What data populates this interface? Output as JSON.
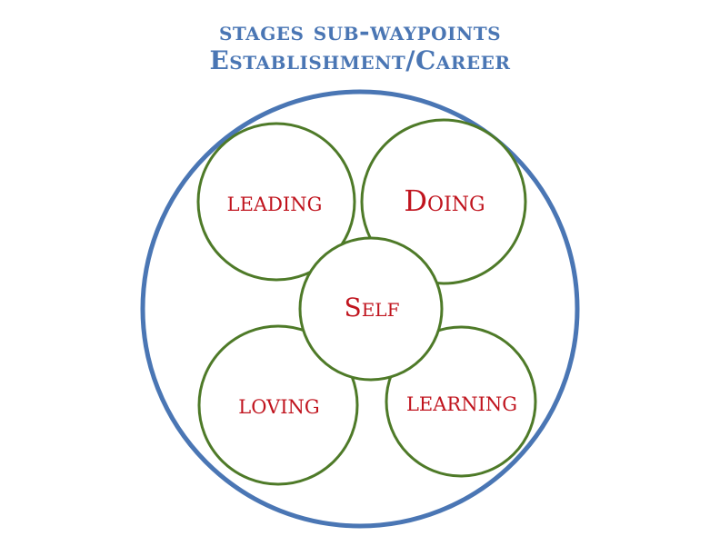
{
  "title": {
    "line1": "stages sub-waypoints",
    "line2": "Establishment/Career"
  },
  "nodes": {
    "leading": "leading",
    "doing": "Doing",
    "self": "Self",
    "loving": "loving",
    "learning": "learning"
  },
  "colors": {
    "title": "#4a76b4",
    "outer_ring": "#4a76b4",
    "inner_ring": "#4e7a28",
    "label": "#c0141e",
    "background": "#ffffff"
  }
}
